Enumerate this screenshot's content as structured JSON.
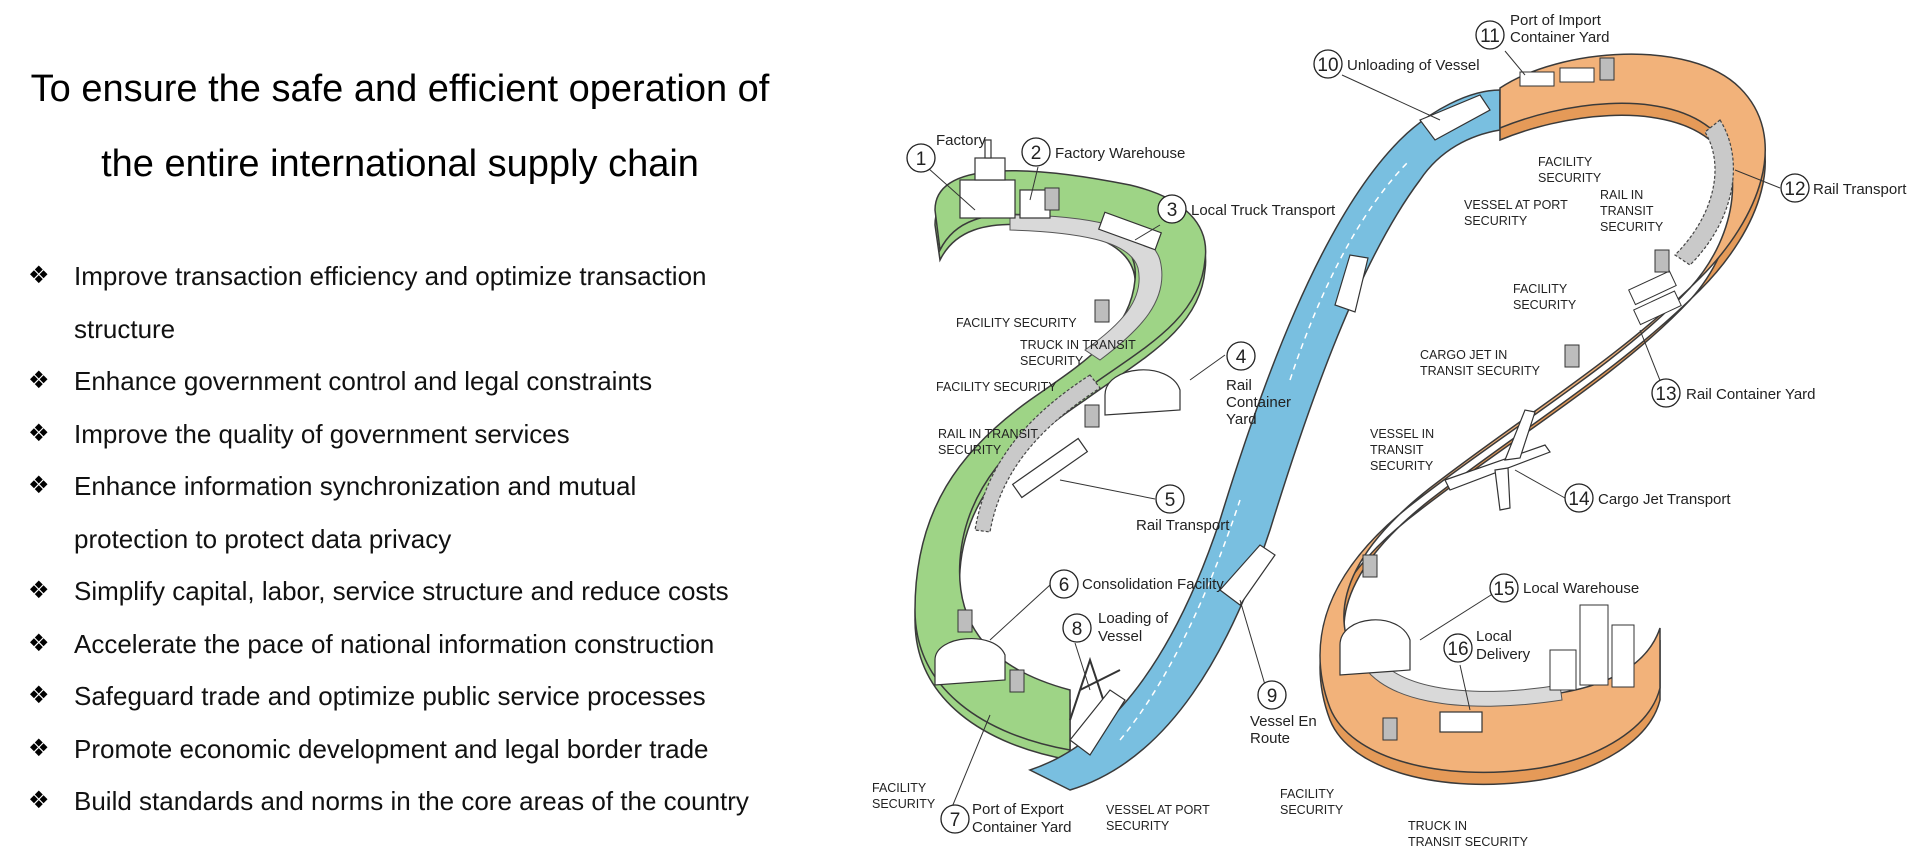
{
  "title": {
    "line1": "To ensure the safe and efficient operation of",
    "line2": "the entire international supply chain"
  },
  "bullet_marker": "❖",
  "bullets": [
    {
      "l1": "Improve transaction efficiency and optimize transaction",
      "l2": "structure"
    },
    {
      "l1": "Enhance government control and legal constraints"
    },
    {
      "l1": "Improve the quality of government services"
    },
    {
      "l1": "Enhance information synchronization and mutual",
      "l2": "protection to protect data privacy"
    },
    {
      "l1": "Simplify capital, labor, service structure and reduce costs"
    },
    {
      "l1": "Accelerate the pace of national information construction"
    },
    {
      "l1": "Safeguard trade and optimize public service processes"
    },
    {
      "l1": "Promote economic development and legal border trade"
    },
    {
      "l1": "Build standards and norms in the core areas of the country"
    }
  ],
  "diagram": {
    "colors": {
      "green": "#9ed486",
      "blue": "#79bfe0",
      "orange": "#f2b27a",
      "road": "#d9d9d9",
      "outline": "#3a3a3a"
    },
    "steps": [
      {
        "n": "1",
        "l1": "Factory"
      },
      {
        "n": "2",
        "l1": "Factory Warehouse"
      },
      {
        "n": "3",
        "l1": "Local Truck Transport"
      },
      {
        "n": "4",
        "l1": "Rail",
        "l2": "Container",
        "l3": "Yard"
      },
      {
        "n": "5",
        "l1": "Rail Transport"
      },
      {
        "n": "6",
        "l1": "Consolidation Facility"
      },
      {
        "n": "7",
        "l1": "Port of Export",
        "l2": "Container Yard"
      },
      {
        "n": "8",
        "l1": "Loading of",
        "l2": "Vessel"
      },
      {
        "n": "9",
        "l1": "Vessel En",
        "l2": "Route"
      },
      {
        "n": "10",
        "l1": "Unloading of Vessel"
      },
      {
        "n": "11",
        "l1": "Port of Import",
        "l2": "Container Yard"
      },
      {
        "n": "12",
        "l1": "Rail Transport"
      },
      {
        "n": "13",
        "l1": "Rail Container Yard"
      },
      {
        "n": "14",
        "l1": "Cargo Jet Transport"
      },
      {
        "n": "15",
        "l1": "Local Warehouse"
      },
      {
        "n": "16",
        "l1": "Local",
        "l2": "Delivery"
      }
    ],
    "security_labels": {
      "s1": "FACILITY SECURITY",
      "s2l1": "TRUCK IN TRANSIT",
      "s2l2": "SECURITY",
      "s3": "FACILITY SECURITY",
      "s4l1": "RAIL IN TRANSIT",
      "s4l2": "SECURITY",
      "s5l1": "FACILITY",
      "s5l2": "SECURITY",
      "s6l1": "VESSEL AT PORT",
      "s6l2": "SECURITY",
      "s7l1": "VESSEL IN",
      "s7l2": "TRANSIT",
      "s7l3": "SECURITY",
      "s8l1": "VESSEL AT PORT",
      "s8l2": "SECURITY",
      "s9l1": "FACILITY",
      "s9l2": "SECURITY",
      "s10l1": "RAIL IN",
      "s10l2": "TRANSIT",
      "s10l3": "SECURITY",
      "s11l1": "FACILITY",
      "s11l2": "SECURITY",
      "s12l1": "CARGO JET IN",
      "s12l2": "TRANSIT SECURITY",
      "s13l1": "FACILITY",
      "s13l2": "SECURITY",
      "s14l1": "TRUCK IN",
      "s14l2": "TRANSIT SECURITY"
    }
  }
}
